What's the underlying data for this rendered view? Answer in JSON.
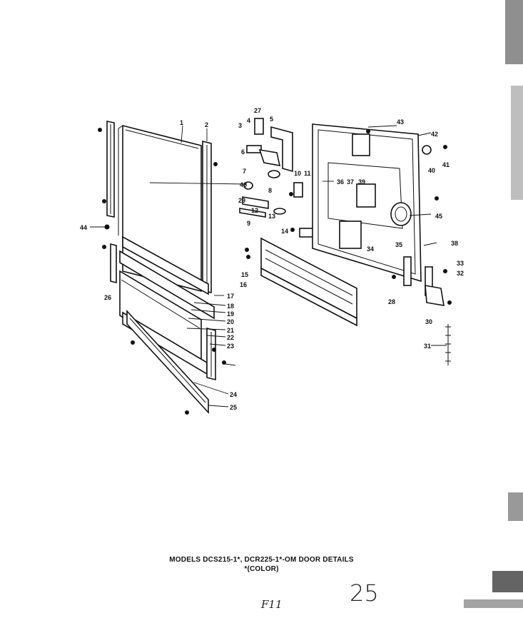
{
  "caption": {
    "line1": "MODELS DCS215-1*, DCR225-1*-OM DOOR DETAILS",
    "line2": "*(COLOR)"
  },
  "handwritten": {
    "left": "F11",
    "right": "25"
  },
  "callouts": [
    "1",
    "2",
    "3",
    "4",
    "5",
    "6",
    "7",
    "8",
    "9",
    "10",
    "11",
    "12",
    "13",
    "14",
    "15",
    "16",
    "17",
    "18",
    "19",
    "20",
    "21",
    "22",
    "23",
    "24",
    "25",
    "26",
    "27",
    "28",
    "29",
    "30",
    "31",
    "32",
    "33",
    "34",
    "35",
    "36",
    "37",
    "38",
    "39",
    "40",
    "41",
    "42",
    "43",
    "44",
    "45",
    "46"
  ]
}
